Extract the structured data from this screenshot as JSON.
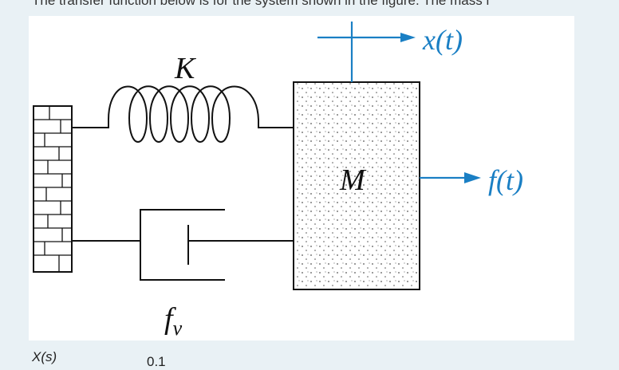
{
  "question_text": "The transfer function below is for the system shown in the figure. The mass i",
  "diagram": {
    "spring_label": "K",
    "mass_label": "M",
    "damper_label": "f",
    "damper_subscript": "v",
    "displacement_label": "x(t)",
    "force_label": "f(t)",
    "arrow_color": "#1a7fc4"
  },
  "formula": {
    "numerator_symbol": "X(s)",
    "numerator_value": "0.1"
  }
}
